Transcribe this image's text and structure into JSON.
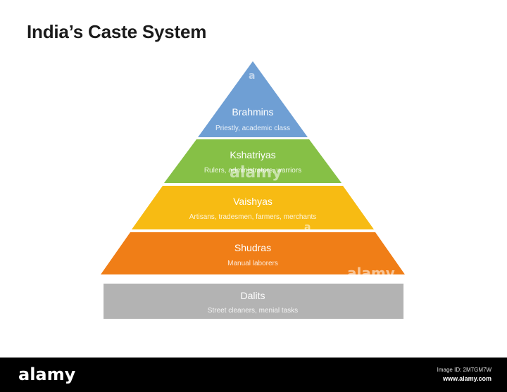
{
  "title": "India’s Caste System",
  "layers": [
    {
      "name": "Brahmins",
      "desc": "Priestly, academic class",
      "color": "#6f9fd4"
    },
    {
      "name": "Kshatriyas",
      "desc": "Rulers, administrators, warriors",
      "color": "#86c046"
    },
    {
      "name": "Vaishyas",
      "desc": "Artisans, tradesmen, farmers, merchants",
      "color": "#f7bb13"
    },
    {
      "name": "Shudras",
      "desc": "Manual laborers",
      "color": "#f07e17"
    },
    {
      "name": "Dalits",
      "desc": "Street cleaners, menial tasks",
      "color": "#b3b3b3"
    }
  ],
  "footer": {
    "logo": "alamy",
    "image_id": "Image ID: 2M7GM7W",
    "url": "www.alamy.com"
  }
}
